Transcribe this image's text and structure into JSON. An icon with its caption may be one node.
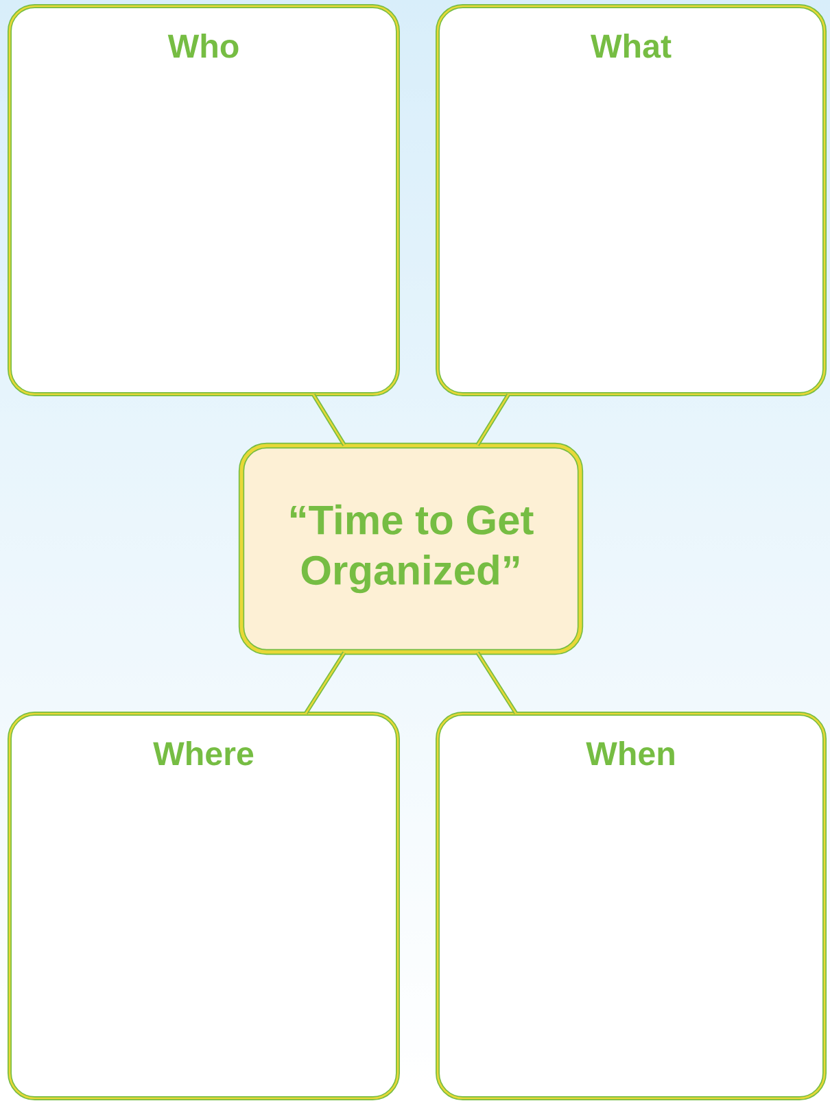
{
  "diagram": {
    "nodes": [
      {
        "text": [
          "Who"
        ]
      },
      {
        "text": [
          "What"
        ]
      },
      {
        "text": [
          "“Time to Get Organized”"
        ]
      },
      {
        "text": [
          "Where"
        ]
      },
      {
        "text": [
          "When"
        ]
      }
    ],
    "edges": [
      {
        "from": 2,
        "to": 0,
        "arrow": "none"
      },
      {
        "from": 2,
        "to": 1,
        "arrow": "none"
      },
      {
        "from": 2,
        "to": 3,
        "arrow": "none"
      },
      {
        "from": 2,
        "to": 4,
        "arrow": "none"
      }
    ]
  }
}
